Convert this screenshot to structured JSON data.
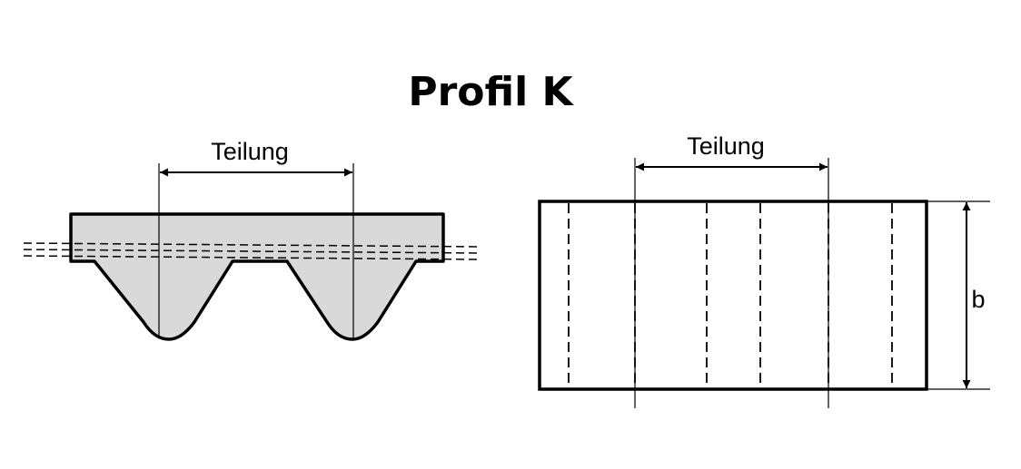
{
  "title": "Profil K",
  "side_view": {
    "pitch_label": "Teilung"
  },
  "top_view": {
    "pitch_label": "Teilung",
    "width_label": "b"
  },
  "colors": {
    "line": "#000000",
    "belt_fill": "#d9d9d9",
    "background": "#ffffff"
  }
}
